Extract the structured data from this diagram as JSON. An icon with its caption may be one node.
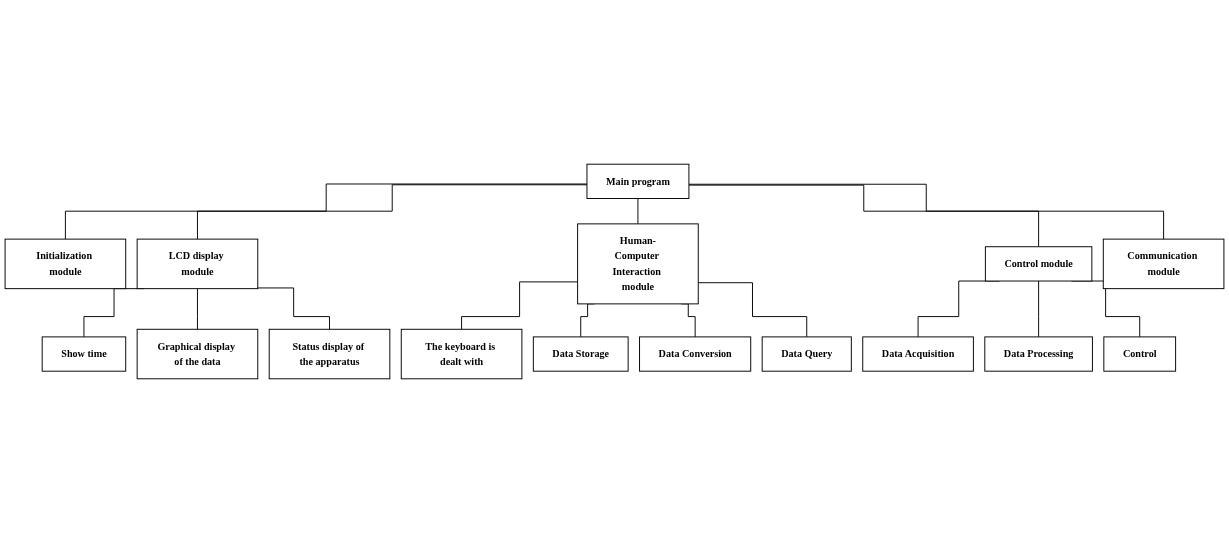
{
  "diagram": {
    "nodes": [
      {
        "text": [
          "Main program"
        ]
      },
      {
        "text": [
          "Initialization module"
        ]
      },
      {
        "text": [
          "LCD display module"
        ]
      },
      {
        "text": [
          "Human-Computer Interaction module"
        ]
      },
      {
        "text": [
          "Control module"
        ]
      },
      {
        "text": [
          "Communication module"
        ]
      },
      {
        "text": [
          "Show time"
        ]
      },
      {
        "text": [
          "Graphical display of the data"
        ]
      },
      {
        "text": [
          "Status display of the apparatus"
        ]
      },
      {
        "text": [
          "The keyboard is dealt with"
        ]
      },
      {
        "text": [
          "Data Storage"
        ]
      },
      {
        "text": [
          "Data Conversion"
        ]
      },
      {
        "text": [
          "Data Query"
        ]
      },
      {
        "text": [
          "Data Acquisition"
        ]
      },
      {
        "text": [
          "Data Processing"
        ]
      },
      {
        "text": [
          "Control"
        ]
      }
    ],
    "edges": [
      {
        "from": 0,
        "to": 1,
        "arrow": "none"
      },
      {
        "from": 0,
        "to": 2,
        "arrow": "none"
      },
      {
        "from": 0,
        "to": 3,
        "arrow": "none"
      },
      {
        "from": 0,
        "to": 4,
        "arrow": "none"
      },
      {
        "from": 0,
        "to": 5,
        "arrow": "none"
      },
      {
        "from": 2,
        "to": 6,
        "arrow": "none"
      },
      {
        "from": 2,
        "to": 7,
        "arrow": "none"
      },
      {
        "from": 2,
        "to": 8,
        "arrow": "none"
      },
      {
        "from": 3,
        "to": 9,
        "arrow": "none"
      },
      {
        "from": 3,
        "to": 10,
        "arrow": "none"
      },
      {
        "from": 3,
        "to": 11,
        "arrow": "none"
      },
      {
        "from": 3,
        "to": 12,
        "arrow": "none"
      },
      {
        "from": 4,
        "to": 13,
        "arrow": "none"
      },
      {
        "from": 4,
        "to": 14,
        "arrow": "none"
      },
      {
        "from": 4,
        "to": 15,
        "arrow": "none"
      }
    ]
  }
}
